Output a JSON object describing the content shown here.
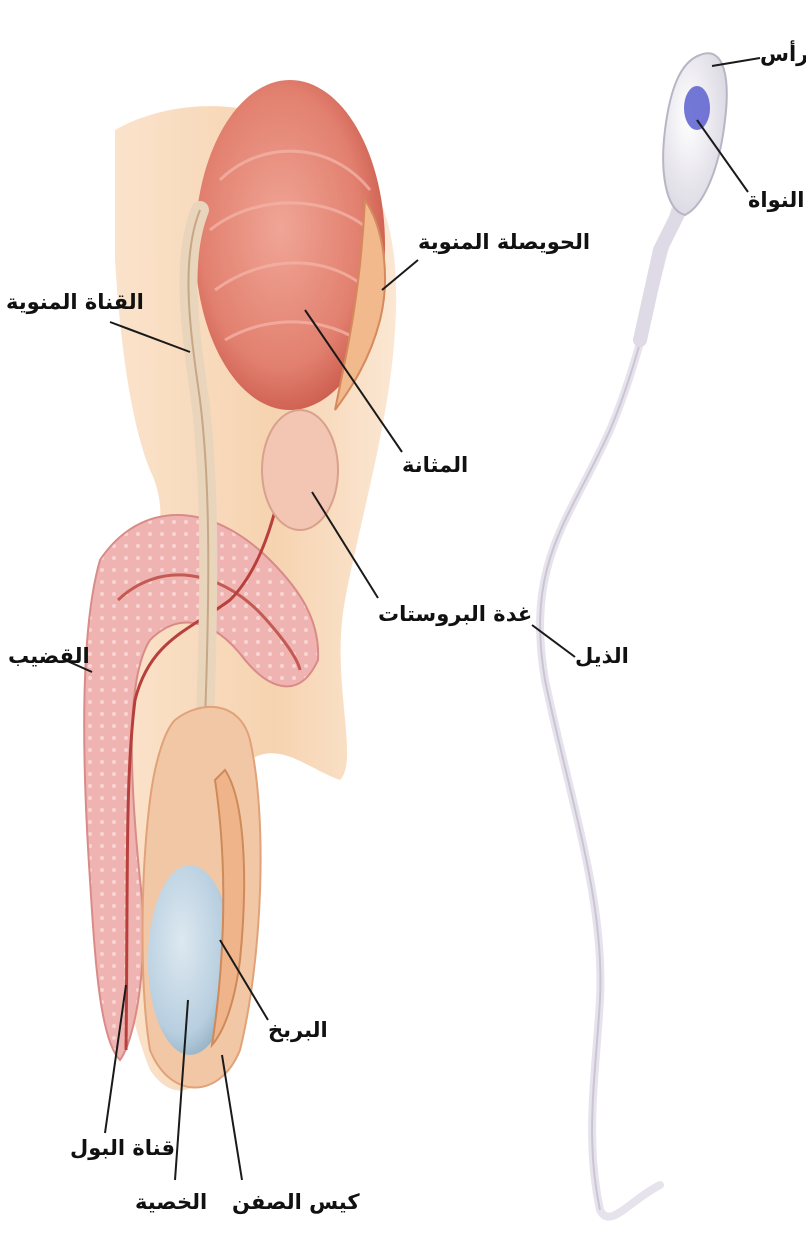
{
  "colors": {
    "background": "#ffffff",
    "skin": "#f6d3b0",
    "bladder": "#e58b7c",
    "bladder_dark": "#c9584a",
    "tissue_pink": "#eba5a3",
    "duct": "#f3dcc4",
    "testis": "#b8cfe0",
    "sperm": "#e6e3ec",
    "nucleus": "#5a5fcf",
    "leader": "#1a1a1a"
  },
  "labels": {
    "head": "الرأس",
    "nucleus": "النواة",
    "tail": "الذيل",
    "seminal_vesicle": "الحويصلة المنوية",
    "vas_deferens": "القناة المنوية",
    "bladder": "المثانة",
    "prostate": "غدة البروستات",
    "penis": "القضيب",
    "epididymis": "البربخ",
    "urethra": "قناة البول",
    "testis": "الخصية",
    "scrotum": "كيس الصفن"
  }
}
